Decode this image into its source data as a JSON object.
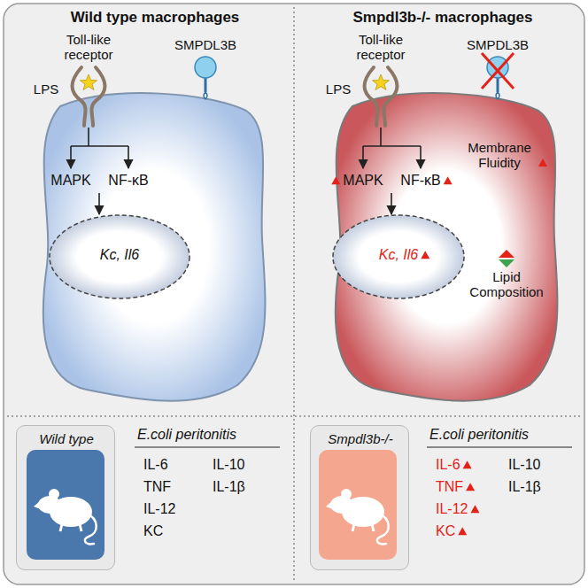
{
  "diagram": {
    "nodes": [
      {
        "text": [
          "MAPK",
          "NF-κB"
        ]
      },
      {
        "text": [
          "Kc, Il6"
        ],
        "in": 0
      },
      {
        "text": [
          "Membrane Fluidity",
          "MAPK",
          "NF-κB",
          "Lipid Composition"
        ]
      },
      {
        "text": [
          "Kc, Il6"
        ],
        "in": 2
      },
      {
        "text": [
          "Wild type"
        ]
      },
      {
        "text": [
          "Smpdl3b-/-"
        ]
      }
    ],
    "labels": [
      "Wild type macrophages",
      "Toll-like receptor",
      "LPS",
      "SMPDL3B",
      "Smpdl3b-/- macrophages",
      "Toll-like receptor",
      "LPS",
      "SMPDL3B",
      "E.coli peritonitis",
      "IL-6",
      "IL-10",
      "TNF",
      "IL-1β",
      "IL-12",
      "KC",
      "E.coli peritonitis",
      "IL-6",
      "IL-10",
      "TNF",
      "IL-1β",
      "IL-12",
      "KC"
    ]
  }
}
